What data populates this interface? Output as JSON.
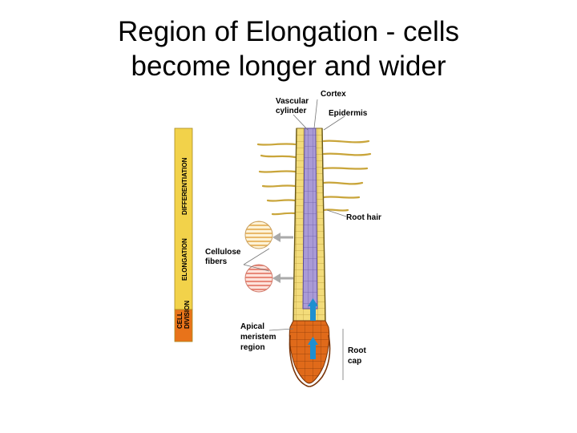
{
  "slide": {
    "title_line1": "Region of Elongation - cells",
    "title_line2": "become longer and wider"
  },
  "diagram": {
    "labels": {
      "cortex": "Cortex",
      "vascular_1": "Vascular",
      "vascular_2": "cylinder",
      "epidermis": "Epidermis",
      "root_hair": "Root hair",
      "cellulose_1": "Cellulose",
      "cellulose_2": "fibers",
      "apical_1": "Apical",
      "apical_2": "meristem",
      "apical_3": "region",
      "root_cap_1": "Root",
      "root_cap_2": "cap"
    },
    "zone_bar": {
      "differentiation": "DIFFERENTIATION",
      "elongation": "ELONGATION",
      "cell": "CELL",
      "division": "DIVISION"
    },
    "colors": {
      "zone_bar_yellow": "#f2d24a",
      "zone_bar_orange": "#e8731a",
      "cortex_yellow": "#f3dc7a",
      "vascular_purple": "#a99ad6",
      "meristem_orange": "#e06a1a",
      "arrow_blue": "#1f8fd0",
      "fiber_yellow": "#f7dfa0",
      "fiber_pink": "#f4b2a6"
    }
  }
}
